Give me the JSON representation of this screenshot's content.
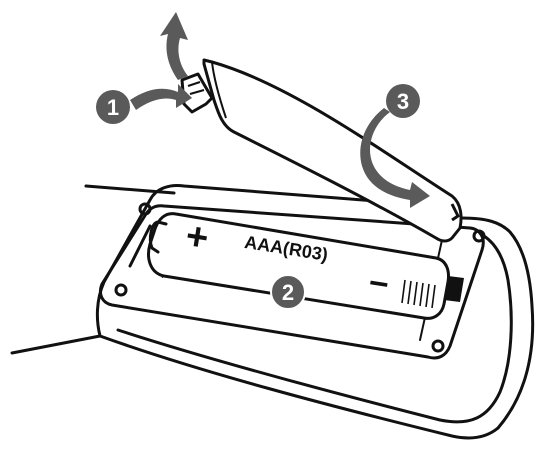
{
  "diagram": {
    "battery": {
      "label": "AAA(R03)",
      "plus_symbol": "+",
      "minus_symbol": "−"
    },
    "steps": [
      {
        "number": "1",
        "icon": "lift-latch-arrow-icon"
      },
      {
        "number": "2",
        "icon": "insert-battery-icon"
      },
      {
        "number": "3",
        "icon": "close-cover-arrow-icon"
      }
    ],
    "colors": {
      "stroke": "#111111",
      "step_badge": "#5a5a5a",
      "arrow": "#5a5a5a",
      "background": "#ffffff"
    }
  }
}
